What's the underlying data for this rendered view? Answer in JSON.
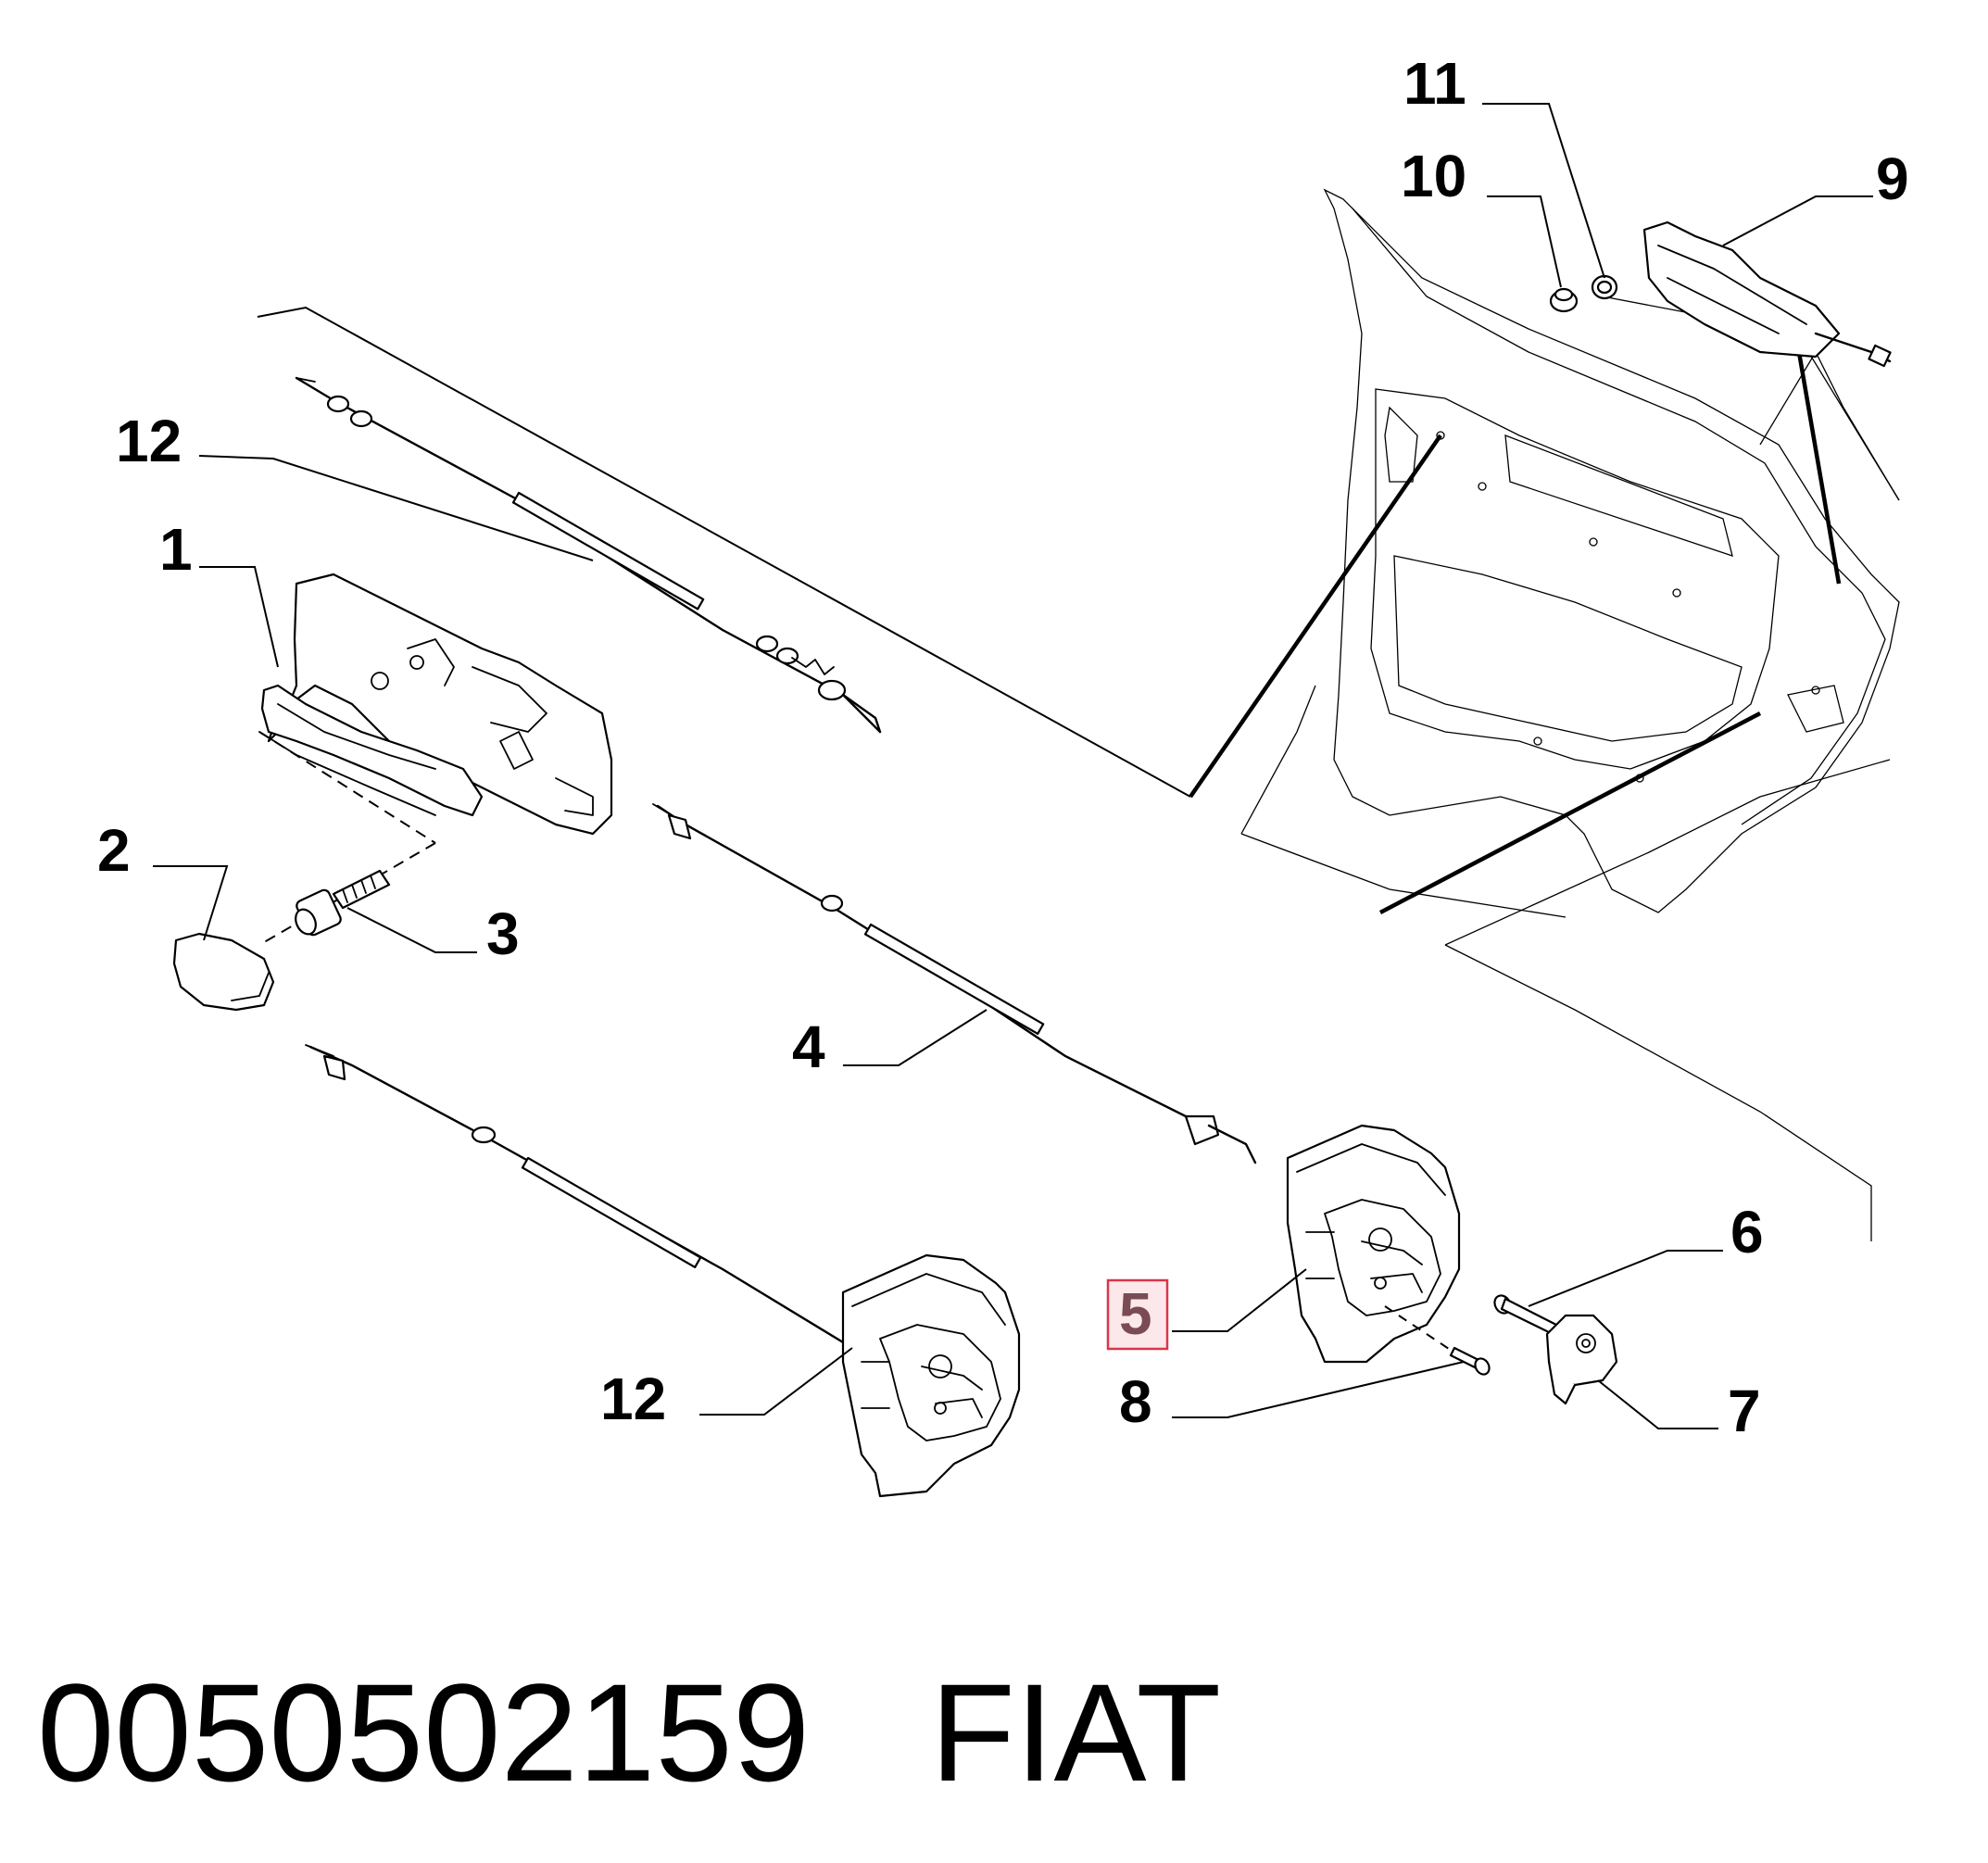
{
  "callouts": {
    "c1": "1",
    "c2": "2",
    "c3": "3",
    "c4": "4",
    "c5": "5",
    "c6": "6",
    "c7": "7",
    "c8": "8",
    "c9": "9",
    "c10": "10",
    "c11": "11",
    "c12_top": "12",
    "c12_bottom": "12"
  },
  "highlight_color": "#d9364a",
  "footer": {
    "part_number": "0050502159",
    "brand": "FIAT"
  }
}
